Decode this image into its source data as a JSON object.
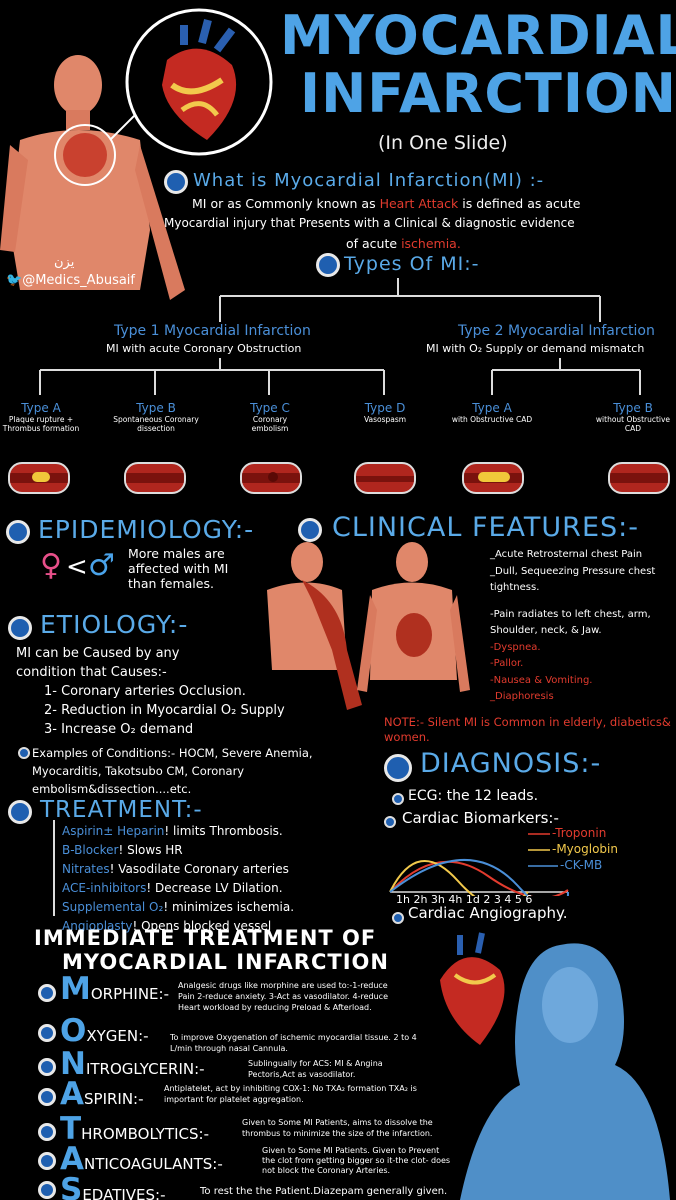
{
  "header": {
    "title_line1": "MYOCARDIAL",
    "title_line2": "INFARCTION",
    "subtitle": "(In One Slide)",
    "handle": "@Medics_Abusaif",
    "signature": "يزن"
  },
  "what_is": {
    "heading": "What is Myocardial Infarction(MI) :-",
    "line1_pre": "MI or as Commonly known as",
    "line1_red": "Heart Attack",
    "line1_post": "is defined as acute",
    "line2": "Myocardial injury that Presents with a Clinical & diagnostic evidence",
    "line3_pre": "of acute",
    "line3_red": "ischemia."
  },
  "types": {
    "heading": "Types Of MI:-",
    "type1_title": "Type 1 Myocardial Infarction",
    "type1_sub": "MI with acute Coronary Obstruction",
    "type2_title": "Type 2 Myocardial Infarction",
    "type2_sub": "MI with O₂ Supply or demand mismatch",
    "sub": [
      {
        "label": "Type A",
        "desc": "Plaque rupture + Thrombus formation"
      },
      {
        "label": "Type B",
        "desc": "Spontaneous Coronary dissection"
      },
      {
        "label": "Type C",
        "desc": "Coronary embolism"
      },
      {
        "label": "Type D",
        "desc": "Vasospasm"
      },
      {
        "label": "Type A",
        "desc": "with Obstructive CAD"
      },
      {
        "label": "Type B",
        "desc": "without Obstructive CAD"
      }
    ]
  },
  "epidemiology": {
    "heading": "EPIDEMIOLOGY:-",
    "text": "More males are affected with MI than females."
  },
  "clinical": {
    "heading": "CLINICAL FEATURES:-",
    "items": [
      "_Acute Retrosternal chest Pain",
      "_Dull, Sequeezing Pressure chest tightness.",
      "-Pain radiates to left chest, arm, Shoulder, neck, & Jaw.",
      "-Dyspnea.",
      "-Pallor.",
      "-Nausea & Vomiting.",
      "_Diaphoresis"
    ],
    "note": "NOTE:- Silent MI is Common in elderly, diabetics& women."
  },
  "etiology": {
    "heading": "ETIOLOGY:-",
    "intro": "MI can be Caused by any condition that Causes:-",
    "causes": [
      "1- Coronary arteries Occlusion.",
      "2- Reduction in Myocardial O₂ Supply",
      "3- Increase O₂ demand"
    ],
    "examples": "Examples of Conditions:- HOCM, Severe Anemia, Myocarditis, Takotsubo CM, Coronary embolism&dissection....etc."
  },
  "treatment": {
    "heading": "TREATMENT:-",
    "items": [
      {
        "drug": "Aspirin± Heparin",
        "effect": "limits Thrombosis."
      },
      {
        "drug": "B-Blocker",
        "effect": "Slows HR"
      },
      {
        "drug": "Nitrates",
        "effect": "Vasodilate Coronary arteries"
      },
      {
        "drug": "ACE-inhibitors",
        "effect": "Decrease LV Dilation."
      },
      {
        "drug": "Supplemental O₂",
        "effect": "minimizes ischemia."
      },
      {
        "drug": "Angioplasty",
        "effect": "Opens blocked vessel"
      }
    ]
  },
  "diagnosis": {
    "heading": "DIAGNOSIS:-",
    "ecg": "ECG: the 12 leads.",
    "biomarkers": "Cardiac Biomarkers:-",
    "legend": [
      "-Troponin",
      "-Myoglobin",
      "-CK-MB"
    ],
    "axis": "1h 2h 3h 4h 1d 2 3 4 5 6",
    "angio": "Cardiac Angiography."
  },
  "immediate": {
    "heading1": "IMMEDIATE TREATMENT OF",
    "heading2": "MYOCARDIAL INFARCTION",
    "items": [
      {
        "letter": "M",
        "rest": "ORPHINE:-",
        "desc": "Analgesic drugs like morphine are used to:-1-reduce Pain 2-reduce anxiety. 3-Act as vasodilator. 4-reduce Heart workload by reducing Preload & Afterload."
      },
      {
        "letter": "O",
        "rest": "XYGEN:-",
        "desc": "To improve Oxygenation of ischemic myocardial tissue. 2 to 4 L/min through nasal Cannula."
      },
      {
        "letter": "N",
        "rest": "ITROGLYCERIN:-",
        "desc": "Sublingually for ACS: MI & Angina Pectoris,Act as vasodilator."
      },
      {
        "letter": "A",
        "rest": "SPIRIN:-",
        "desc": "Antiplatelet, act by inhibiting COX-1: No TXA₂ formation TXA₂ is important for platelet aggregation."
      },
      {
        "letter": "T",
        "rest": "HROMBOLYTICS:-",
        "desc": "Given to Some MI Patients, aims to dissolve the thrombus to minimize the size of the infarction."
      },
      {
        "letter": "A",
        "rest": "NTICOAGULANTS:-",
        "desc": "Given to Some MI Patients. Given to Prevent the clot from getting bigger so it-the clot- does not block the Coronary Arteries."
      },
      {
        "letter": "S",
        "rest": "EDATIVES:-",
        "desc": "To rest the the Patient.Diazepam generally given."
      }
    ]
  }
}
